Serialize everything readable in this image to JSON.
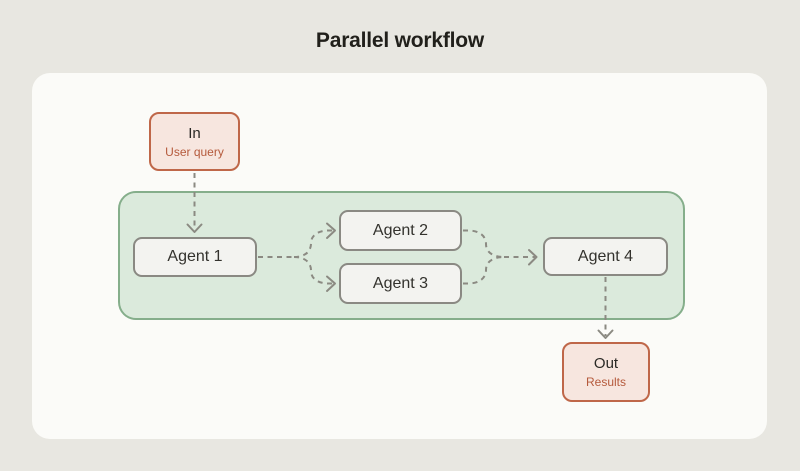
{
  "title": "Parallel workflow",
  "colors": {
    "bg": "#e8e7e1",
    "card": "#fbfbf8",
    "text_dark": "#21201b",
    "node_text": "#33322d",
    "accent_orange": "#bf6749",
    "accent_orange_fill": "#f7e6df",
    "accent_orange_text": "#b55a3c",
    "green_border": "#85ae8b",
    "green_fill": "#dbeadc",
    "node_border": "#8a8983",
    "node_fill": "#f3f3f0",
    "connector": "#8b8a82"
  },
  "nodes": {
    "input": {
      "label": "In",
      "sublabel": "User query"
    },
    "agents": [
      {
        "label": "Agent 1"
      },
      {
        "label": "Agent 2"
      },
      {
        "label": "Agent 3"
      },
      {
        "label": "Agent 4"
      }
    ],
    "output": {
      "label": "Out",
      "sublabel": "Results"
    }
  }
}
